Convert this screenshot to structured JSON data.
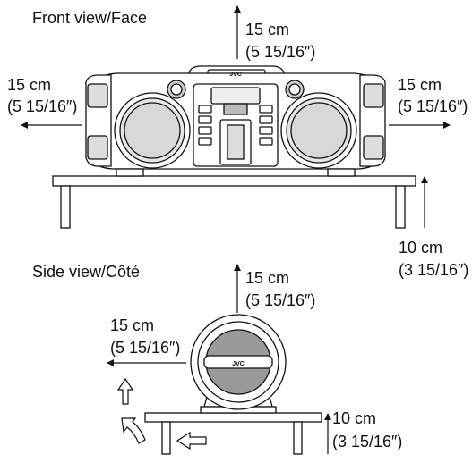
{
  "front": {
    "title": "Front view/Face",
    "top_cm": "15 cm",
    "top_in": "(5 15/16″)",
    "left_cm": "15 cm",
    "left_in": "(5 15/16″)",
    "right_cm": "15 cm",
    "right_in": "(5 15/16″)",
    "bottom_cm": "10 cm",
    "bottom_in": "(3 15/16″)",
    "brand": "JVC"
  },
  "side": {
    "title": "Side view/Côté",
    "top_cm": "15 cm",
    "top_in": "(5 15/16″)",
    "back_cm": "15 cm",
    "back_in": "(5 15/16″)",
    "bottom_cm": "10 cm",
    "bottom_in": "(3 15/16″)",
    "brand": "JVC"
  },
  "colors": {
    "line": "#111111",
    "fill_light": "#e0e0e0",
    "fill_dark": "#9a9a9a"
  }
}
